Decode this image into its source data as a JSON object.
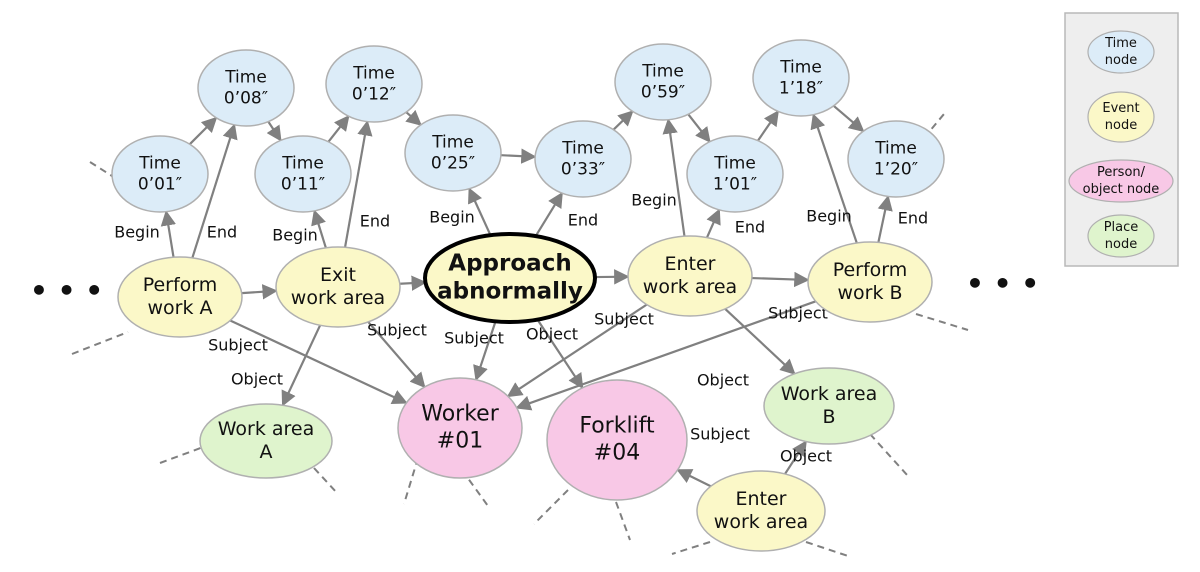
{
  "colors": {
    "time": "#dcecf8",
    "event": "#fbf8c8",
    "person": "#f8c8e6",
    "place": "#dff4cd",
    "node_stroke": "#b0b0b0",
    "edge": "#808080",
    "legend_bg": "#eeeeee"
  },
  "legend": {
    "items": [
      {
        "type": "time",
        "lines": [
          "Time",
          "node"
        ]
      },
      {
        "type": "event",
        "lines": [
          "Event",
          "node"
        ]
      },
      {
        "type": "person",
        "lines": [
          "Person/",
          "object node"
        ]
      },
      {
        "type": "place",
        "lines": [
          "Place",
          "node"
        ]
      }
    ]
  },
  "ellipsis": [
    "• • •",
    "• • •"
  ],
  "nodes": [
    {
      "id": "t001",
      "type": "time",
      "lines": [
        "Time",
        "0’01″"
      ]
    },
    {
      "id": "t008",
      "type": "time",
      "lines": [
        "Time",
        "0’08″"
      ]
    },
    {
      "id": "t011",
      "type": "time",
      "lines": [
        "Time",
        "0’11″"
      ]
    },
    {
      "id": "t012",
      "type": "time",
      "lines": [
        "Time",
        "0’12″"
      ]
    },
    {
      "id": "t025",
      "type": "time",
      "lines": [
        "Time",
        "0’25″"
      ]
    },
    {
      "id": "t033",
      "type": "time",
      "lines": [
        "Time",
        "0’33″"
      ]
    },
    {
      "id": "t059",
      "type": "time",
      "lines": [
        "Time",
        "0’59″"
      ]
    },
    {
      "id": "t101",
      "type": "time",
      "lines": [
        "Time",
        "1’01″"
      ]
    },
    {
      "id": "t118",
      "type": "time",
      "lines": [
        "Time",
        "1’18″"
      ]
    },
    {
      "id": "t120",
      "type": "time",
      "lines": [
        "Time",
        "1’20″"
      ]
    },
    {
      "id": "performA",
      "type": "event",
      "lines": [
        "Perform",
        "work A"
      ]
    },
    {
      "id": "exit",
      "type": "event",
      "lines": [
        "Exit",
        "work area"
      ]
    },
    {
      "id": "approach",
      "type": "event",
      "lines": [
        "Approach",
        "abnormally"
      ],
      "emphasis": true
    },
    {
      "id": "enter1",
      "type": "event",
      "lines": [
        "Enter",
        "work area"
      ]
    },
    {
      "id": "performB",
      "type": "event",
      "lines": [
        "Perform",
        "work B"
      ]
    },
    {
      "id": "enter2",
      "type": "event",
      "lines": [
        "Enter",
        "work area"
      ]
    },
    {
      "id": "worker",
      "type": "person",
      "lines": [
        "Worker",
        "#01"
      ]
    },
    {
      "id": "forklift",
      "type": "person",
      "lines": [
        "Forklift",
        "#04"
      ]
    },
    {
      "id": "areaA",
      "type": "place",
      "lines": [
        "Work area",
        "A"
      ]
    },
    {
      "id": "areaB",
      "type": "place",
      "lines": [
        "Work area",
        "B"
      ]
    }
  ],
  "edges": [
    {
      "from": "t001",
      "to": "t008"
    },
    {
      "from": "t008",
      "to": "t011"
    },
    {
      "from": "t011",
      "to": "t012"
    },
    {
      "from": "t012",
      "to": "t025"
    },
    {
      "from": "t025",
      "to": "t033"
    },
    {
      "from": "t033",
      "to": "t059"
    },
    {
      "from": "t059",
      "to": "t101"
    },
    {
      "from": "t101",
      "to": "t118"
    },
    {
      "from": "t118",
      "to": "t120"
    },
    {
      "from": "performA",
      "to": "t001",
      "label": "Begin"
    },
    {
      "from": "performA",
      "to": "t008",
      "label": "End"
    },
    {
      "from": "exit",
      "to": "t011",
      "label": "Begin"
    },
    {
      "from": "exit",
      "to": "t012",
      "label": "End"
    },
    {
      "from": "approach",
      "to": "t025",
      "label": "Begin"
    },
    {
      "from": "approach",
      "to": "t033",
      "label": "End"
    },
    {
      "from": "enter1",
      "to": "t059",
      "label": "Begin"
    },
    {
      "from": "enter1",
      "to": "t101",
      "label": "End"
    },
    {
      "from": "performB",
      "to": "t118",
      "label": "Begin"
    },
    {
      "from": "performB",
      "to": "t120",
      "label": "End"
    },
    {
      "from": "performA",
      "to": "exit"
    },
    {
      "from": "exit",
      "to": "approach"
    },
    {
      "from": "approach",
      "to": "enter1"
    },
    {
      "from": "enter1",
      "to": "performB"
    },
    {
      "from": "performA",
      "to": "worker",
      "label": "Subject"
    },
    {
      "from": "exit",
      "to": "worker",
      "label": "Subject"
    },
    {
      "from": "approach",
      "to": "worker",
      "label": "Subject"
    },
    {
      "from": "enter1",
      "to": "worker",
      "label": "Subject"
    },
    {
      "from": "performB",
      "to": "worker",
      "label": "Subject"
    },
    {
      "from": "exit",
      "to": "areaA",
      "label": "Object"
    },
    {
      "from": "approach",
      "to": "forklift",
      "label": "Object"
    },
    {
      "from": "enter1",
      "to": "areaB",
      "label": "Object"
    },
    {
      "from": "enter2",
      "to": "forklift",
      "label": "Subject"
    },
    {
      "from": "enter2",
      "to": "areaB",
      "label": "Object"
    }
  ]
}
